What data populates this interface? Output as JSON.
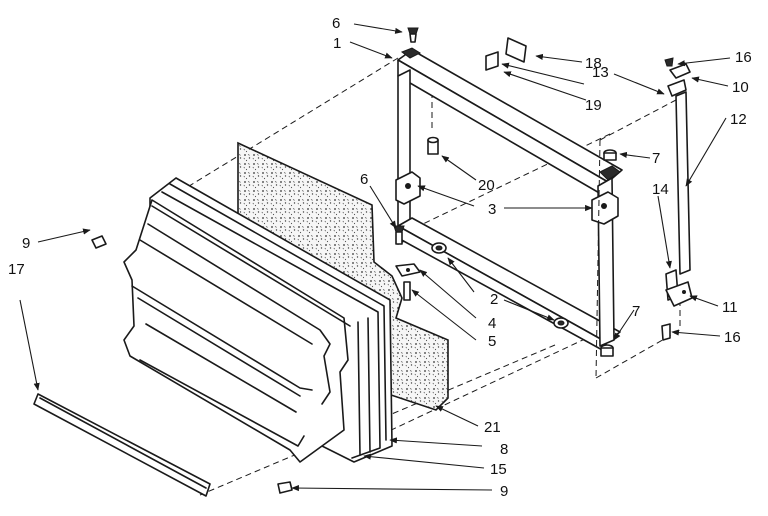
{
  "labels": {
    "l1": "1",
    "l2": "2",
    "l3": "3",
    "l4": "4",
    "l5": "5",
    "l6a": "6",
    "l6b": "6",
    "l7a": "7",
    "l7b": "7",
    "l8": "8",
    "l9a": "9",
    "l9b": "9",
    "l10": "10",
    "l11": "11",
    "l12": "12",
    "l13": "13",
    "l14": "14",
    "l15": "15",
    "l16a": "16",
    "l16b": "16",
    "l17": "17",
    "l18": "18",
    "l19": "19",
    "l20": "20",
    "l21": "21"
  }
}
